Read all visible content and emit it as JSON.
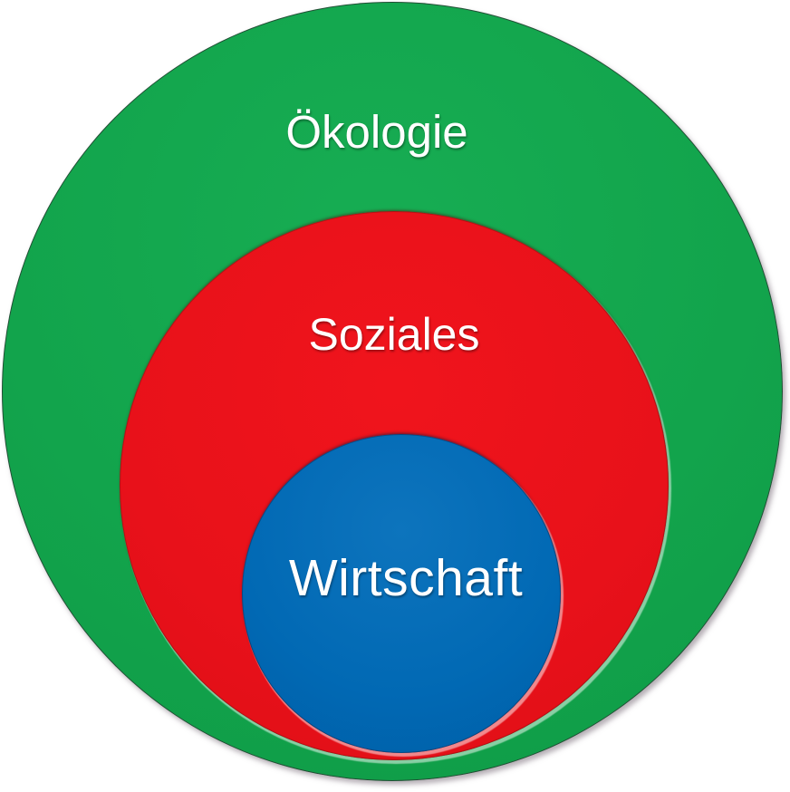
{
  "diagram": {
    "type": "nested-circles",
    "background_color": "#FFFFFF",
    "text_color": "#FFFFFF",
    "rings": [
      {
        "label": "Ökologie",
        "color": "#12A44C",
        "level": "outer"
      },
      {
        "label": "Soziales",
        "color": "#E8111A",
        "level": "middle"
      },
      {
        "label": "Wirtschaft",
        "color": "#0169B4",
        "level": "inner"
      }
    ]
  }
}
